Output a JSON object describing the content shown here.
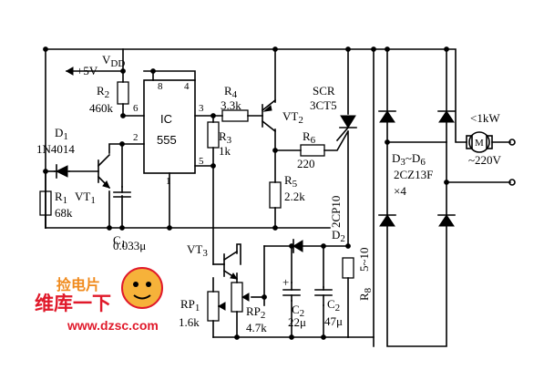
{
  "labels": {
    "vdd": "V",
    "vdd_sub": "DD",
    "plus5v": "+5V",
    "r2": "R",
    "r2_sub": "2",
    "r2_val": "460k",
    "d1": "D",
    "d1_sub": "1",
    "d1_val": "1N4014",
    "r1": "R",
    "r1_sub": "1",
    "r1_val": "68k",
    "vt1": "VT",
    "vt1_sub": "1",
    "ic": "IC",
    "ic_num": "555",
    "pin8": "8",
    "pin4": "4",
    "pin6": "6",
    "pin2": "2",
    "pin3": "3",
    "pin5": "5",
    "pin1": "1",
    "r4": "R",
    "r4_sub": "4",
    "r4_val": "3.3k",
    "r3": "R",
    "r3_sub": "3",
    "r3_val": "1k",
    "vt2": "VT",
    "vt2_sub": "2",
    "scr": "SCR",
    "scr_val": "3CT5",
    "r6": "R",
    "r6_sub": "6",
    "r6_val": "220",
    "r5": "R",
    "r5_sub": "5",
    "r5_val": "2.2k",
    "c1": "C",
    "c1_sub": "1",
    "c1_val": "0.033μ",
    "d2": "D",
    "d2_sub": "2",
    "d2_val": "2CP10",
    "vt3": "VT",
    "vt3_sub": "3",
    "rp1": "RP",
    "rp1_sub": "1",
    "rp1_val": "1.6k",
    "rp2": "RP",
    "rp2_sub": "2",
    "rp2_val": "4.7k",
    "c2a": "C",
    "c2a_sub": "2",
    "c2a_val": "22μ",
    "c2b": "C",
    "c2b_sub": "2",
    "c2b_val": "47μ",
    "r8": "R",
    "r8_sub": "8",
    "r8_val": "5~10",
    "load": "<1kW",
    "motor": "M",
    "d3d6": "D",
    "d3d6_sub1": "3",
    "d3d6_tilde": "~D",
    "d3d6_sub2": "6",
    "d3d6_part": "2CZ13F",
    "d3d6_count": "×4",
    "mains": "~220V",
    "polarity_plus": "+"
  },
  "watermark": {
    "line1": "捡电片",
    "line2": "维库一下",
    "url": "www.dzsc.com"
  },
  "colors": {
    "wire": "#000000",
    "watermark_red": "#e0192a",
    "watermark_orange": "#f08a1c"
  }
}
